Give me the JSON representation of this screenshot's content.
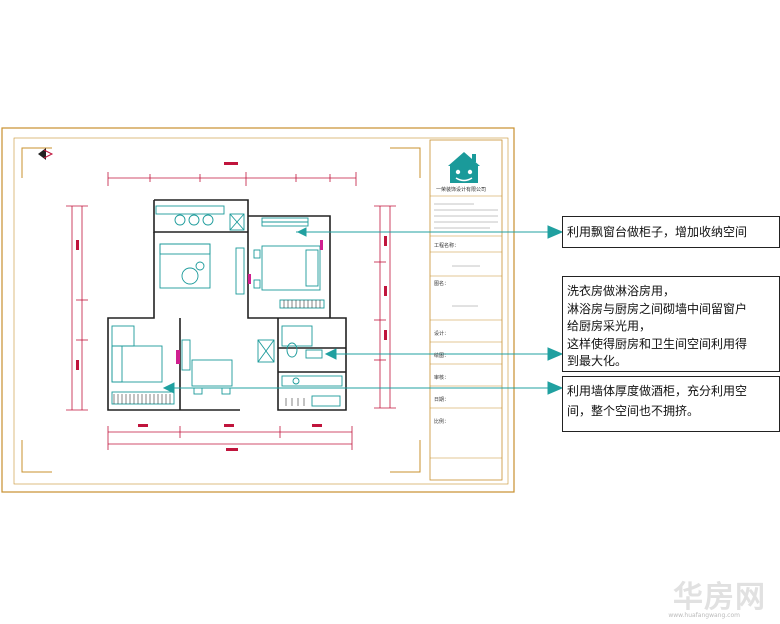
{
  "colors": {
    "frame": "#c8902e",
    "wall": "#222222",
    "teal": "#1a9a9a",
    "dimension": "#c0143c",
    "magenta": "#d02090",
    "arrow": "#20a0a0"
  },
  "annotations": [
    {
      "lines": [
        "利用飘窗台做柜子，增加收纳空间"
      ]
    },
    {
      "lines": [
        "洗衣房做淋浴房用，",
        "淋浴房与厨房之间砌墙中间留窗户",
        "给厨房采光用，",
        "这样使得厨房和卫生间空间利用得",
        "到最大化。"
      ]
    },
    {
      "lines": [
        "利用墙体厚度做酒柜，充分利用空",
        "间，整个空间也不拥挤。"
      ]
    }
  ],
  "title_block": {
    "logo": "house-logo-icon",
    "company": "一荣装饰设计有限公司",
    "project_label": "工程名称：",
    "drawing_label": "图名：",
    "fields": [
      "设计：",
      "绘图：",
      "审核：",
      "日期：",
      "比例："
    ]
  },
  "watermark": {
    "text": "华房网",
    "url": "www.huafangwang.com"
  }
}
